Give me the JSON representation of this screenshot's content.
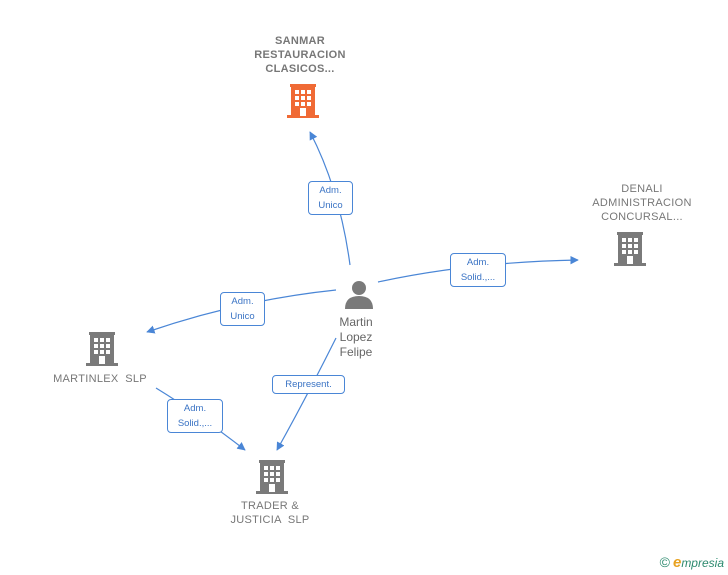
{
  "nodes": {
    "sanmar": {
      "lines": [
        "SANMAR",
        "RESTAURACION",
        "CLASICOS..."
      ]
    },
    "denali": {
      "lines": [
        "DENALI",
        "ADMINISTRACION",
        "CONCURSAL..."
      ]
    },
    "martinlex": {
      "lines": [
        "MARTINLEX  SLP"
      ]
    },
    "trader": {
      "lines": [
        "TRADER &",
        "JUSTICIA  SLP"
      ]
    },
    "person": {
      "lines": [
        "Martin",
        "Lopez",
        "Felipe"
      ]
    }
  },
  "edges": {
    "to_sanmar": {
      "lines": [
        "Adm.",
        "Unico"
      ]
    },
    "to_denali": {
      "lines": [
        "Adm.",
        "Solid.,..."
      ]
    },
    "to_martinlex": {
      "lines": [
        "Adm.",
        "Unico"
      ]
    },
    "to_trader": {
      "lines": [
        "Represent."
      ]
    },
    "martinlex_trader": {
      "lines": [
        "Adm.",
        "Solid.,..."
      ]
    }
  },
  "colors": {
    "highlight_building": "#f06a35",
    "building": "#7a7a7a",
    "edge": "#4a86d6"
  },
  "footer": {
    "copyright": "©",
    "brand_initial": "e",
    "brand_rest": "mpresia"
  }
}
